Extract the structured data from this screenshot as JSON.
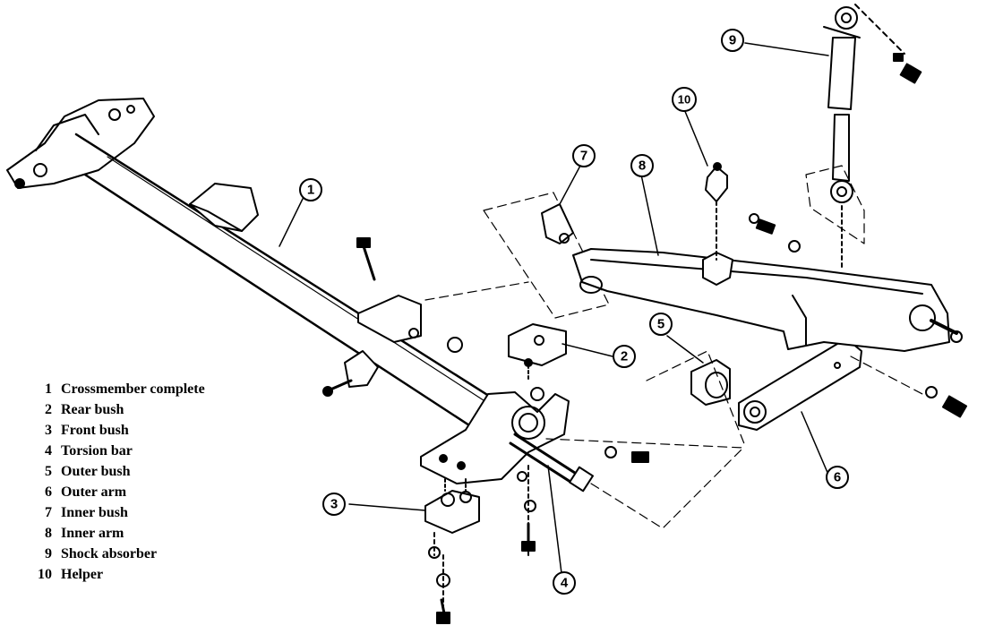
{
  "legend": [
    {
      "num": "1",
      "label": "Crossmember complete"
    },
    {
      "num": "2",
      "label": "Rear bush"
    },
    {
      "num": "3",
      "label": "Front bush"
    },
    {
      "num": "4",
      "label": "Torsion bar"
    },
    {
      "num": "5",
      "label": "Outer bush"
    },
    {
      "num": "6",
      "label": "Outer arm"
    },
    {
      "num": "7",
      "label": "Inner bush"
    },
    {
      "num": "8",
      "label": "Inner arm"
    },
    {
      "num": "9",
      "label": "Shock absorber"
    },
    {
      "num": "10",
      "label": "Helper"
    }
  ],
  "callouts": {
    "c1": "1",
    "c2": "2",
    "c3": "3",
    "c4": "4",
    "c5": "5",
    "c6": "6",
    "c7": "7",
    "c8": "8",
    "c9": "9",
    "c10": "10"
  }
}
